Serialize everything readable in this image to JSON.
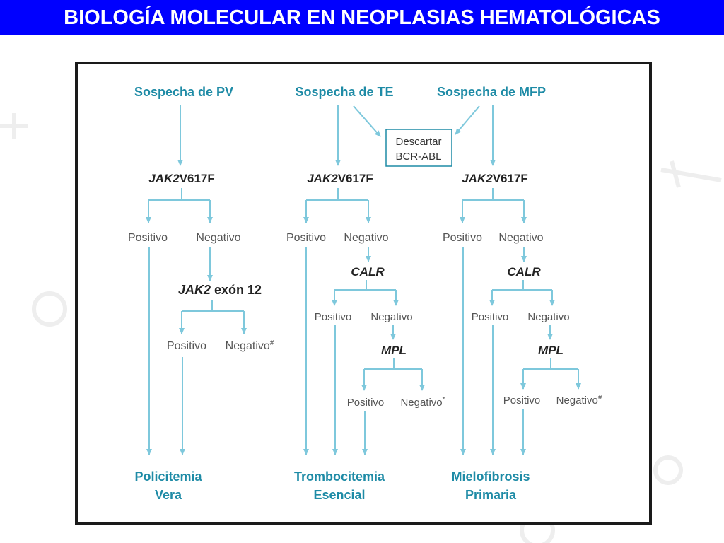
{
  "header": {
    "title": "BIOLOGÍA MOLECULAR EN NEOPLASIAS HEMATOLÓGICAS"
  },
  "colors": {
    "accent": "#1e8ba6",
    "line": "#7ec8dc",
    "header_bg": "#0000ff",
    "dark_text": "#222222",
    "light_text": "#555555"
  },
  "diagram": {
    "pv": {
      "suspicion": "Sospecha de PV",
      "jak2_gene": "JAK2",
      "jak2_mut": "V617F",
      "pos": "Positivo",
      "neg": "Negativo",
      "exon_gene": "JAK2",
      "exon_text": " exón 12",
      "pos2": "Positivo",
      "neg2": "Negativo",
      "neg2_mark": "#",
      "result_line1": "Policitemia",
      "result_line2": "Vera"
    },
    "te": {
      "suspicion": "Sospecha de TE",
      "jak2_gene": "JAK2",
      "jak2_mut": "V617F",
      "pos": "Positivo",
      "neg": "Negativo",
      "calr": "CALR",
      "calr_pos": "Positivo",
      "calr_neg": "Negativo",
      "mpl": "MPL",
      "mpl_pos": "Positivo",
      "mpl_neg": "Negativo",
      "mpl_neg_mark": "*",
      "result_line1": "Trombocitemia",
      "result_line2": "Esencial"
    },
    "mfp": {
      "suspicion": "Sospecha de MFP",
      "jak2_gene": "JAK2",
      "jak2_mut": "V617F",
      "pos": "Positivo",
      "neg": "Negativo",
      "calr": "CALR",
      "calr_pos": "Positivo",
      "calr_neg": "Negativo",
      "mpl": "MPL",
      "mpl_pos": "Positivo",
      "mpl_neg": "Negativo",
      "mpl_neg_mark": "#",
      "result_line1": "Mielofibrosis",
      "result_line2": "Primaria"
    },
    "discard_box": {
      "line1": "Descartar",
      "line2": "BCR-ABL"
    }
  }
}
